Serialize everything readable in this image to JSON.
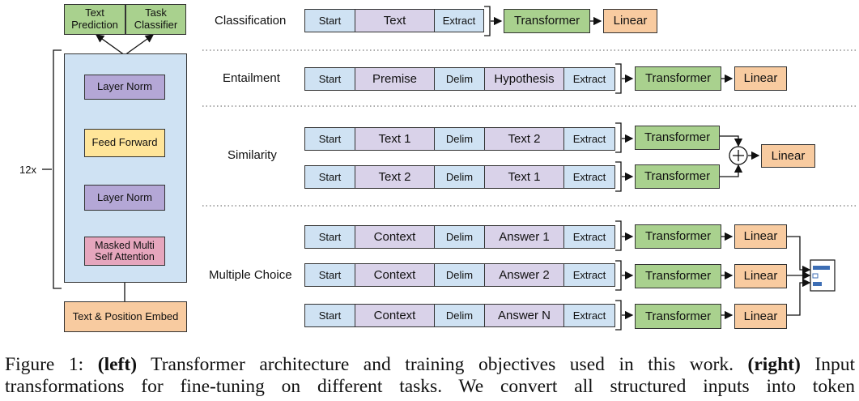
{
  "left": {
    "head_text": "Text\nPrediction",
    "head_task": "Task\nClassifier",
    "layer_norm_top": "Layer Norm",
    "feed_forward": "Feed Forward",
    "layer_norm_bottom": "Layer Norm",
    "attention": "Masked Multi\nSelf Attention",
    "embed": "Text & Position Embed",
    "repeat": "12x"
  },
  "tasks": {
    "classification": "Classification",
    "entailment": "Entailment",
    "similarity": "Similarity",
    "multiple_choice": "Multiple Choice"
  },
  "tokens": {
    "start": "Start",
    "extract": "Extract",
    "delim": "Delim",
    "text": "Text",
    "premise": "Premise",
    "hypothesis": "Hypothesis",
    "text1": "Text 1",
    "text2": "Text 2",
    "context": "Context",
    "answer1": "Answer 1",
    "answer2": "Answer 2",
    "answerN": "Answer N"
  },
  "blocks": {
    "transformer": "Transformer",
    "linear": "Linear"
  },
  "caption": {
    "p1": "Figure 1: ",
    "b1": "(left)",
    "p2": " Transformer architecture and training objectives used in this work. ",
    "b2": "(right)",
    "p3": " Input",
    "line2": "transformations for fine-tuning on different tasks.  We convert all structured inputs into token"
  },
  "colors": {
    "token_blue": "#cfe2f3",
    "token_lavender": "#d9d2e9",
    "transformer_green": "#a9d18e",
    "linear_orange": "#f8cba0",
    "stack_bg": "#cfe2f3",
    "layer_norm": "#b4a7d6",
    "feed_forward": "#ffe599",
    "attention": "#e6a6bd"
  }
}
